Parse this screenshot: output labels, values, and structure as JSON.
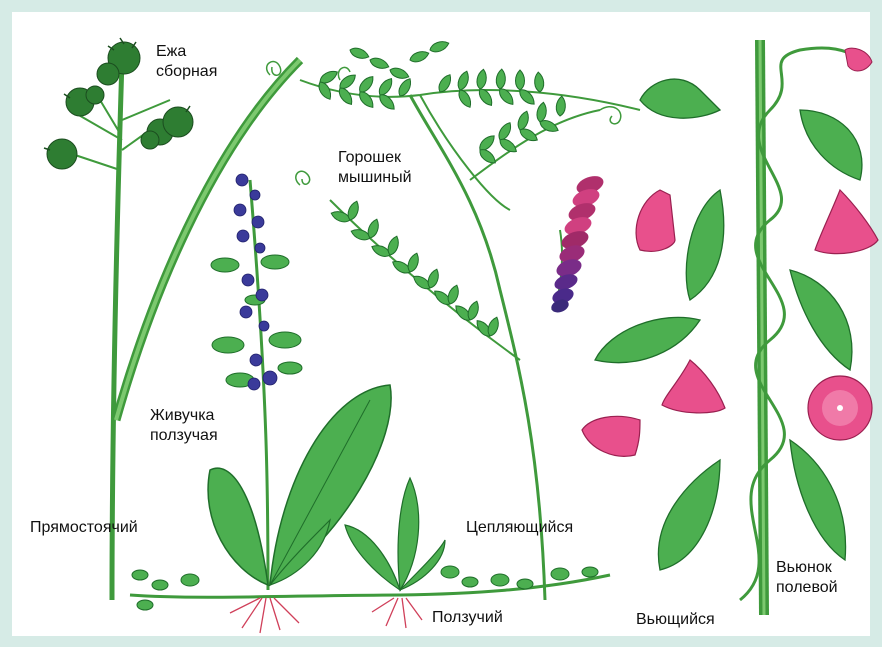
{
  "labels": {
    "ezha_line1": "Ежа",
    "ezha_line2": "сборная",
    "goroshek_line1": "Горошек",
    "goroshek_line2": "мышиный",
    "zhivuchka_line1": "Живучка",
    "zhivuchka_line2": "ползучая",
    "pryamostoyachiy": "Прямостоячий",
    "ceplyayushchiysya": "Цепляющийся",
    "polzuchiy": "Ползучий",
    "vyushchiysya": "Вьющийся",
    "vyunok_line1": "Вьюнок",
    "vyunok_line2": "полевой"
  },
  "colors": {
    "stem": "#3f9a3c",
    "leaf": "#4caf50",
    "leaf_dark": "#1f6e2a",
    "flower_pink": "#e8508c",
    "flower_purple": "#4a2a8a",
    "root": "#d0405a"
  }
}
